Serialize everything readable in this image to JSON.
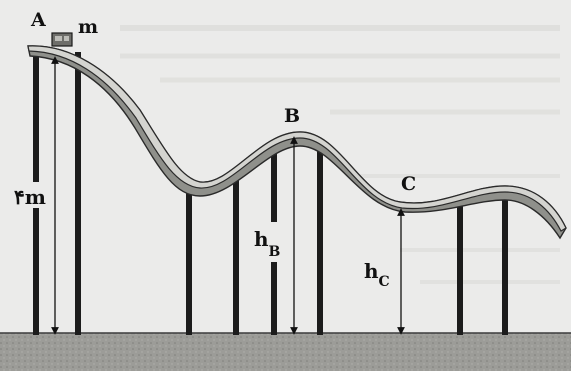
{
  "labels": {
    "point_a": "A",
    "mass": "m",
    "point_b": "B",
    "point_c": "C",
    "height_a": "۴m",
    "height_b_symbol": "h",
    "height_b_sub": "B",
    "height_c_symbol": "h",
    "height_c_sub": "C"
  },
  "colors": {
    "track_side": "#8f908b",
    "track_top": "#d4d4d0",
    "track_edge": "#2a2a2a",
    "post": "#1c1c1c",
    "ground": "#9a9a96",
    "block": "#6e6e6a"
  }
}
